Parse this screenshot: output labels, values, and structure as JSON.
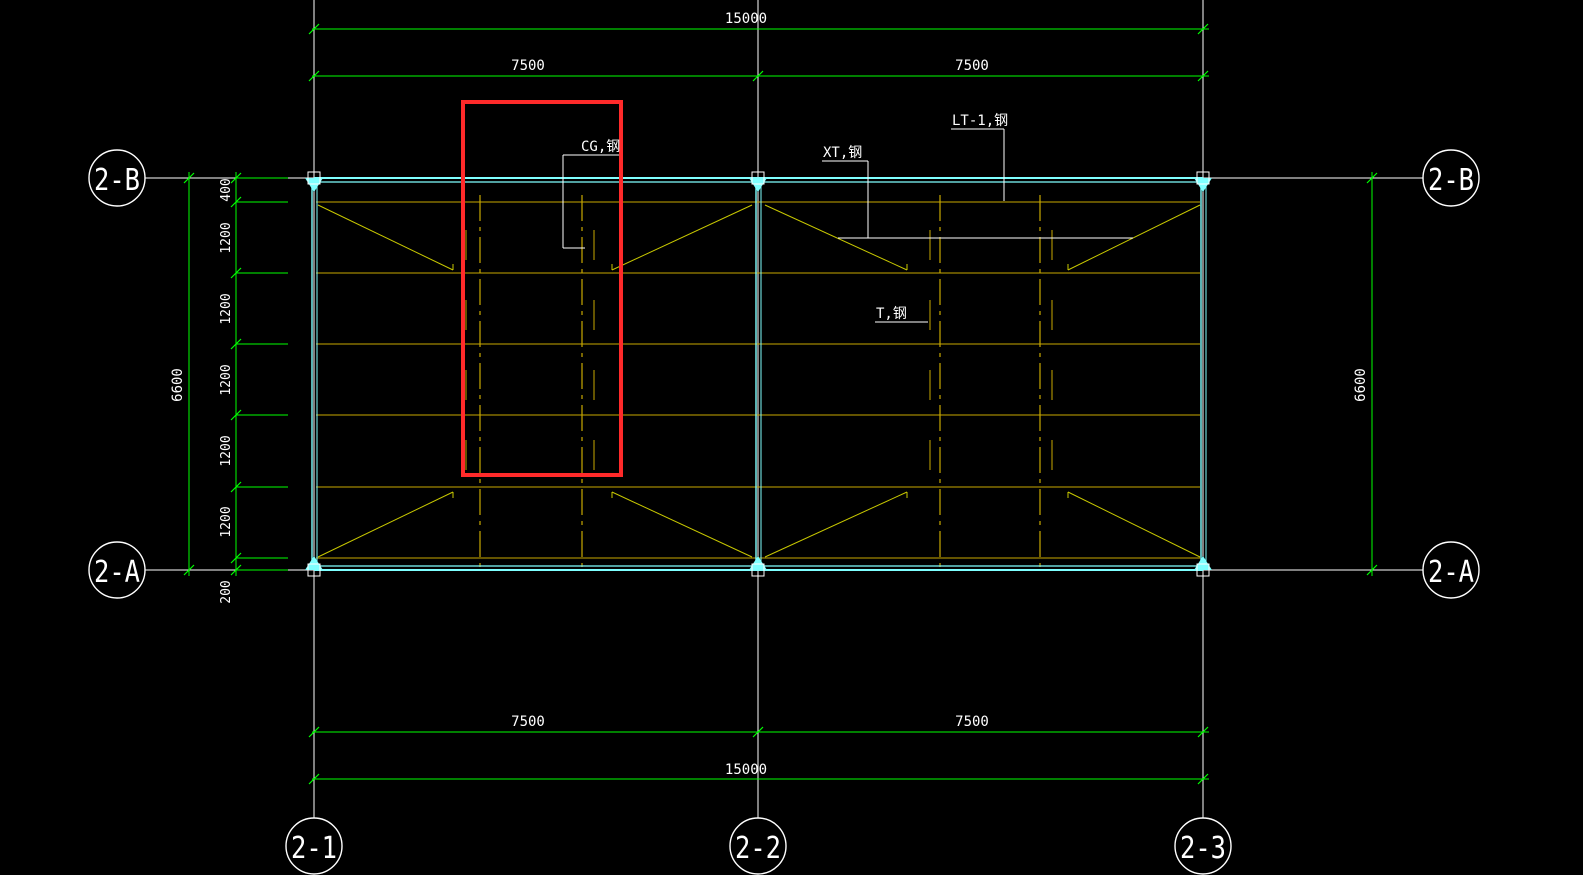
{
  "colors": {
    "background": "#000000",
    "grid": "#ffffff",
    "dimension": "#00ff00",
    "beam": "#7fffff",
    "purlin": "#c8a800",
    "brace": "#c8c800",
    "highlight": "#ff2a2a",
    "label": "#ffffff"
  },
  "axes": {
    "rows": [
      {
        "id": "row-b",
        "label": "2-B"
      },
      {
        "id": "row-a",
        "label": "2-A"
      }
    ],
    "columns": [
      {
        "id": "col-1",
        "label": "2-1"
      },
      {
        "id": "col-2",
        "label": "2-2"
      },
      {
        "id": "col-3",
        "label": "2-3"
      }
    ]
  },
  "dimensions": {
    "top_total": "15000",
    "top_left": "7500",
    "top_right": "7500",
    "bottom_left": "7500",
    "bottom_right": "7500",
    "bottom_total": "15000",
    "left_total": "6600",
    "right_total": "6600",
    "left_segments": [
      "400",
      "1200",
      "1200",
      "1200",
      "1200",
      "1200",
      "200"
    ]
  },
  "labels": {
    "cg": "CG,钢",
    "xt": "XT,钢",
    "lt": "LT-1,钢",
    "t": "T,钢"
  }
}
